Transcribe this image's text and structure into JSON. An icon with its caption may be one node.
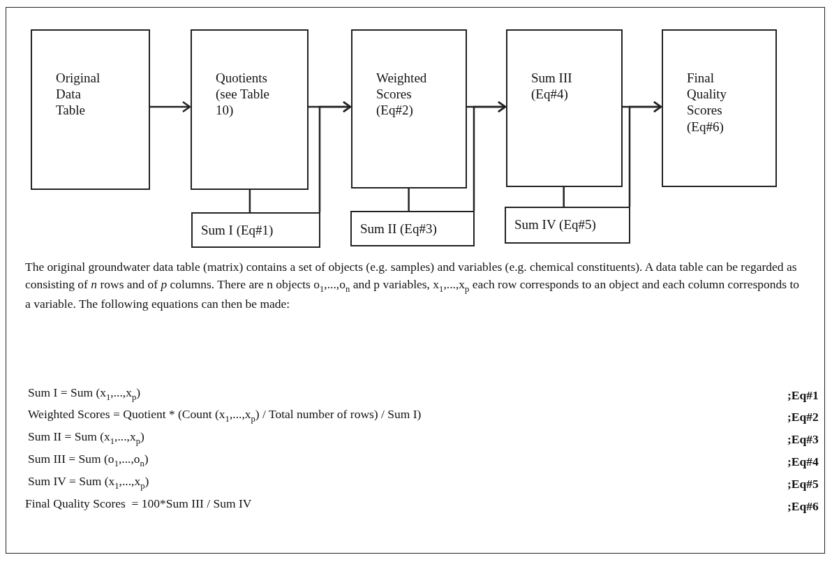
{
  "diagram": {
    "nodes": [
      {
        "text": [
          "Original Data Table"
        ]
      },
      {
        "text": [
          "Quotients (see Table 10)"
        ]
      },
      {
        "text": [
          "Weighted Scores (Eq#2)"
        ]
      },
      {
        "text": [
          "Sum III (Eq#4)"
        ]
      },
      {
        "text": [
          "Final Quality Scores (Eq#6)"
        ]
      },
      {
        "text": [
          "Sum I (Eq#1)"
        ]
      },
      {
        "text": [
          "Sum II (Eq#3)"
        ]
      },
      {
        "text": [
          "Sum IV (Eq#5)"
        ]
      }
    ],
    "edges": [
      {
        "from": 0,
        "to": 1,
        "arrow": "to"
      },
      {
        "from": 1,
        "to": 5,
        "arrow": "none"
      },
      {
        "from": 1,
        "to": 2,
        "arrow": "to"
      },
      {
        "from": 5,
        "to": 2,
        "arrow": "to"
      },
      {
        "from": 2,
        "to": 6,
        "arrow": "none"
      },
      {
        "from": 2,
        "to": 3,
        "arrow": "to"
      },
      {
        "from": 6,
        "to": 3,
        "arrow": "to"
      },
      {
        "from": 3,
        "to": 7,
        "arrow": "none"
      },
      {
        "from": 3,
        "to": 4,
        "arrow": "to"
      },
      {
        "from": 7,
        "to": 4,
        "arrow": "to"
      }
    ],
    "labels": [
      "The original groundwater data table (matrix) contains a set of objects (e.g. samples) and variables (e.g. chemical constituents). A data table can be regarded as consisting of *n* rows and of *p* columns. There are n objects o$_{1}$,...,o$_{n}$ and p variables, x$_{1}$,...,x$_{p}$ each row corresponds to an object and each column corresponds to a variable. The following equations can then be made:",
      "Sum I = Sum (x$_{1}$,...,x$_{p}$)",
      ";Eq#1",
      "Weighted Scores = Quotient * (Count (x$_{1}$,...,x$_{p}$) / Total number of rows) / Sum I)",
      ";Eq#2",
      "Sum II = Sum (x$_{1}$,...,x$_{p}$)",
      ";Eq#3",
      "Sum III = Sum (o$_{1}$,...,o$_{n}$)",
      ";Eq#4",
      "Sum IV = Sum (x$_{1}$,...,x$_{p}$)",
      ";Eq#5",
      "Final Quality Scores  = 100*Sum III / Sum IV",
      ";Eq#6"
    ]
  }
}
